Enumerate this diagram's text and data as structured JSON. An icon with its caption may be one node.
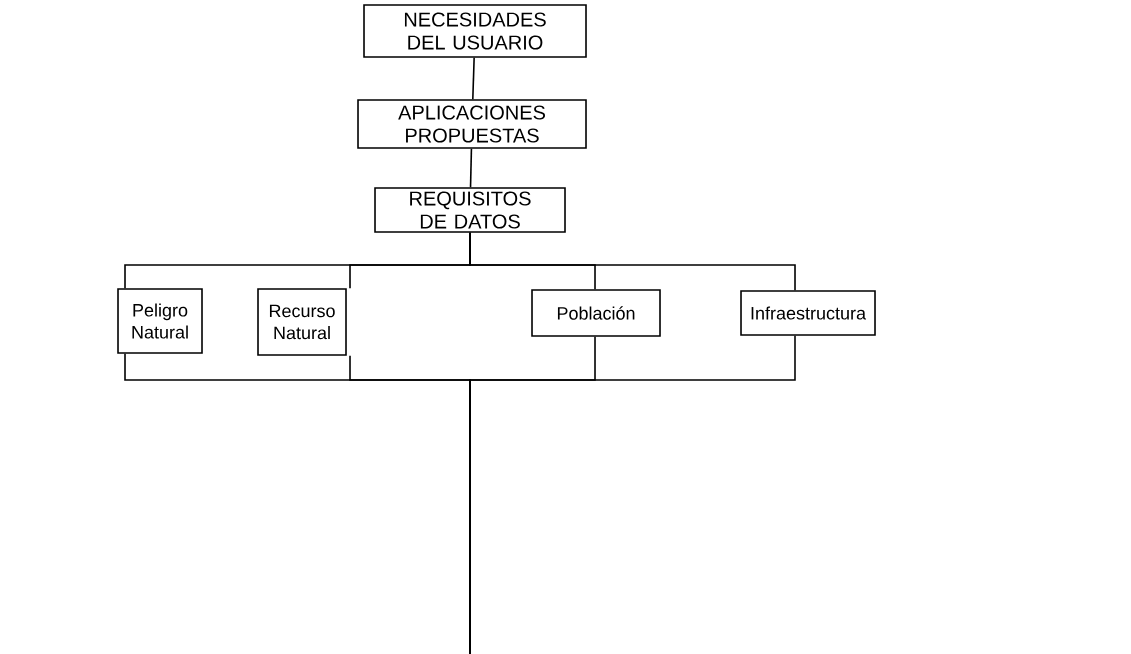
{
  "diagram": {
    "nodes": [
      {
        "text": [
          "NECESIDADES DEL USUARIO"
        ]
      },
      {
        "text": [
          "APLICACIONES PROPUESTAS"
        ]
      },
      {
        "text": [
          "REQUISITOS DE DATOS"
        ]
      },
      {
        "text": [
          "Peligro Natural"
        ]
      },
      {
        "text": [
          "Recurso Natural"
        ]
      },
      {
        "text": [
          "Población"
        ]
      },
      {
        "text": [
          "Infraestructura"
        ]
      }
    ],
    "edges": [
      {
        "from": 0,
        "to": 1,
        "arrow": "none"
      },
      {
        "from": 1,
        "to": 2,
        "arrow": "none"
      },
      {
        "from": 2,
        "to": 3,
        "arrow": "none"
      },
      {
        "from": 2,
        "to": 4,
        "arrow": "none"
      },
      {
        "from": 2,
        "to": 5,
        "arrow": "none"
      },
      {
        "from": 2,
        "to": 6,
        "arrow": "none"
      },
      {
        "from": 3,
        "to": null,
        "arrow": "none"
      },
      {
        "from": 4,
        "to": null,
        "arrow": "none"
      },
      {
        "from": 5,
        "to": null,
        "arrow": "none"
      },
      {
        "from": 6,
        "to": null,
        "arrow": "none"
      }
    ]
  }
}
